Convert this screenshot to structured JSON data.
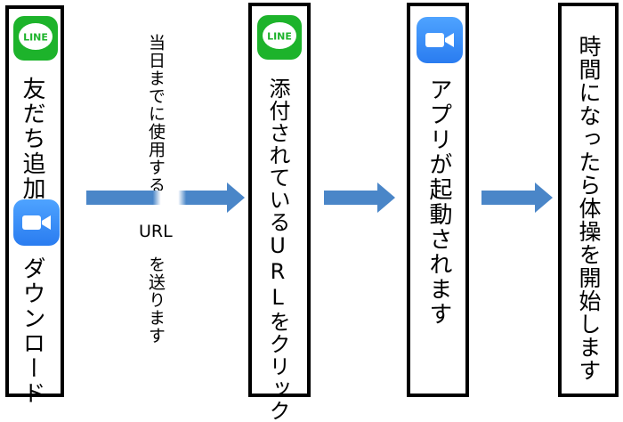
{
  "boxes": {
    "box1": {
      "text_top": "友だち追加",
      "text_bottom": "ダウンロード"
    },
    "box2": {
      "text": "添付されているURLをクリック"
    },
    "box3": {
      "text": "アプリが起動されます"
    },
    "box4": {
      "text": "時間になったら体操を開始します"
    }
  },
  "between": {
    "line1": "当日までに使用する",
    "line2": "URL",
    "line3": "を送ります"
  },
  "icons": {
    "line_logo_text": "LINE",
    "line": "line-app-icon",
    "zoom": "zoom-camera-icon"
  },
  "colors": {
    "line_green": "#1db32b",
    "zoom_blue": "#2d8cff",
    "arrow_blue": "#4a86c8",
    "border": "#000000"
  }
}
